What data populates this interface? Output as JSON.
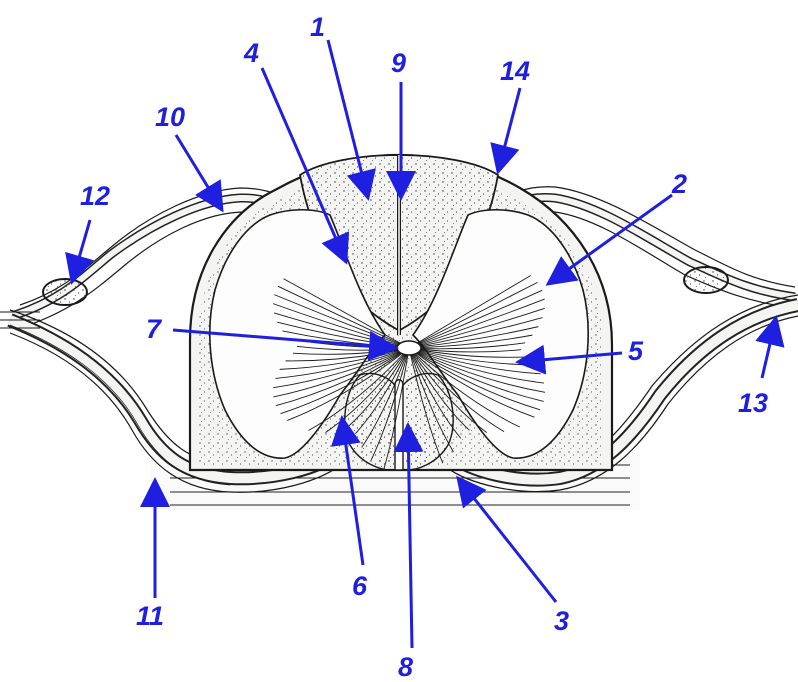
{
  "colors": {
    "label": "#1f1fe0",
    "ink": "#1a1a1a",
    "paper": "#ffffff",
    "tissue": "#f4f4f2"
  },
  "labels": [
    {
      "id": "1",
      "text": "1"
    },
    {
      "id": "2",
      "text": "2"
    },
    {
      "id": "3",
      "text": "3"
    },
    {
      "id": "4",
      "text": "4"
    },
    {
      "id": "5",
      "text": "5"
    },
    {
      "id": "6",
      "text": "6"
    },
    {
      "id": "7",
      "text": "7"
    },
    {
      "id": "8",
      "text": "8"
    },
    {
      "id": "9",
      "text": "9"
    },
    {
      "id": "10",
      "text": "10"
    },
    {
      "id": "11",
      "text": "11"
    },
    {
      "id": "12",
      "text": "12"
    },
    {
      "id": "13",
      "text": "13"
    },
    {
      "id": "14",
      "text": "14"
    }
  ]
}
